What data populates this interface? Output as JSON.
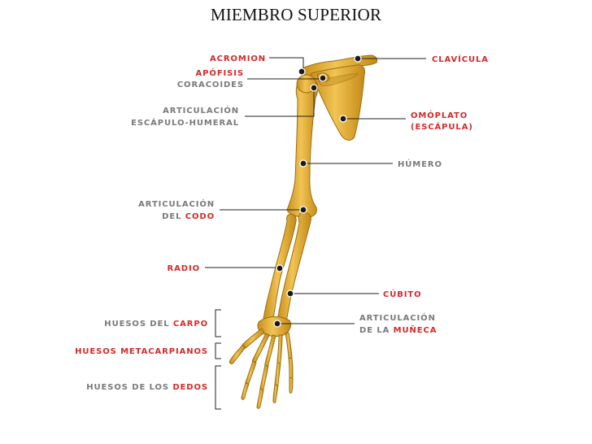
{
  "title": "MIEMBRO SUPERIOR",
  "labels": {
    "acromion": "ACROMION",
    "apofisis": "APÓFISIS",
    "coracoides": "CORACOIDES",
    "art_escapulo_1": "ARTICULACIÓN",
    "art_escapulo_2": "ESCÁPULO-HUMERAL",
    "clavicula": "CLAVÍCULA",
    "omoplato_1": "OMÓPLATO",
    "omoplato_2": "(ESCÁPULA)",
    "humero": "HÚMERO",
    "art_codo_1": "ARTICULACIÓN",
    "art_codo_2a": "DEL ",
    "art_codo_2b": "CODO",
    "radio": "RADIO",
    "cubito": "CÚBITO",
    "carpo_a": "HUESOS  DEL ",
    "carpo_b": "CARPO",
    "metacarpianos": "HUESOS  METACARPIANOS",
    "dedos_a": "HUESOS DE LOS ",
    "dedos_b": "DEDOS",
    "art_muneca_1": "ARTICULACIÓN",
    "art_muneca_2a": "DE LA ",
    "art_muneca_2b": "MUÑECA"
  },
  "colors": {
    "accent_red": "#d42a2a",
    "label_grey": "#7a7a7a",
    "bone": "#e3ad33"
  }
}
